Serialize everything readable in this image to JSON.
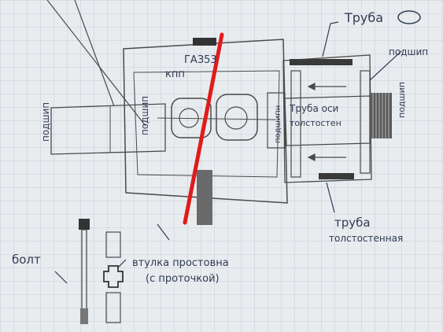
{
  "labels": {
    "gearbox_line1": "ГАЗ53",
    "gearbox_line2": "кпп",
    "pipe_top": "Труба",
    "bearing_top_right": "подшип",
    "pipe_axis_line1": "Труба оси",
    "pipe_axis_line2": "толстостен",
    "bearing_inner": "подшипн",
    "bearing_far_right": "подшип",
    "bearing_left_outer": "подшип",
    "bearing_left_inner": "подшип",
    "pipe_bottom_line1": "труба",
    "pipe_bottom_line2": "толстостенная",
    "bolt": "болт",
    "sleeve_line1": "втулка простовна",
    "sleeve_line2": "(с проточкой)"
  },
  "colors": {
    "paper": "#e9ecef",
    "grid": "#b9c3d3",
    "ink": "#2f3b52",
    "pencil": "#4a4a4a",
    "cut_line": "#e01b1b"
  }
}
